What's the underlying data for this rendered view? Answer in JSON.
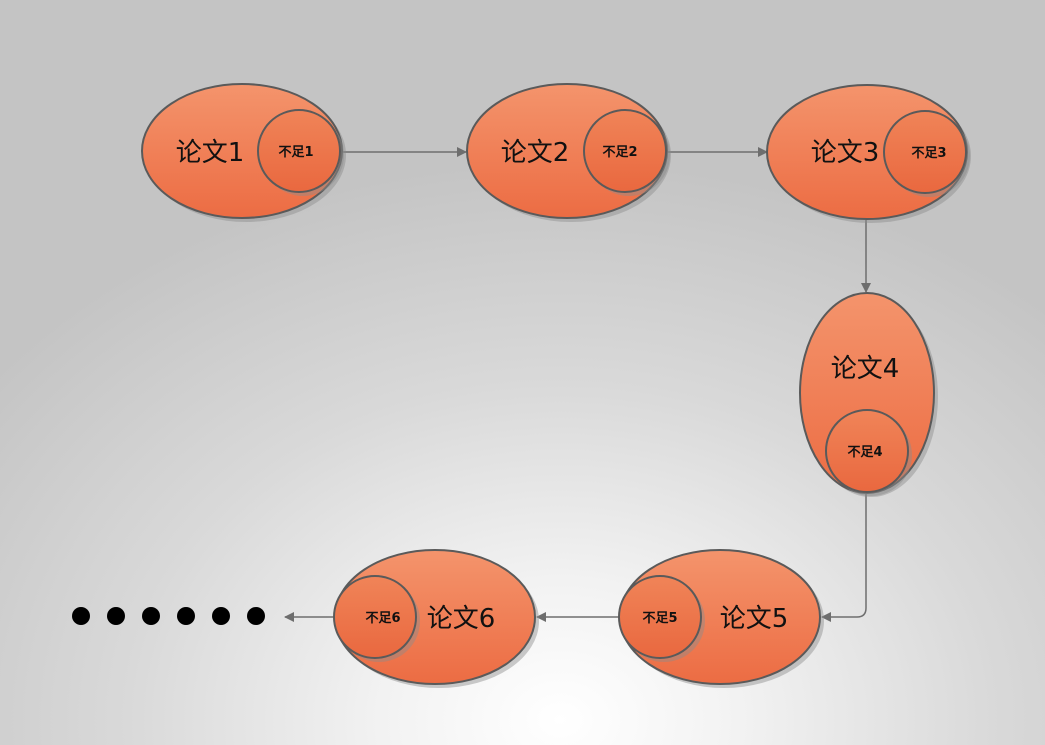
{
  "colors": {
    "node_fill": "#ee7048",
    "node_fill_light": "#f4946c",
    "node_stroke": "#5a5a5a",
    "connector": "#6e6e6e",
    "dots": "#000000"
  },
  "nodes": [
    {
      "label": "论文1",
      "sub": "不足1"
    },
    {
      "label": "论文2",
      "sub": "不足2"
    },
    {
      "label": "论文3",
      "sub": "不足3"
    },
    {
      "label": "论文4",
      "sub": "不足4"
    },
    {
      "label": "论文5",
      "sub": "不足5"
    },
    {
      "label": "论文6",
      "sub": "不足6"
    }
  ],
  "ellipsis_dot_count": 6
}
